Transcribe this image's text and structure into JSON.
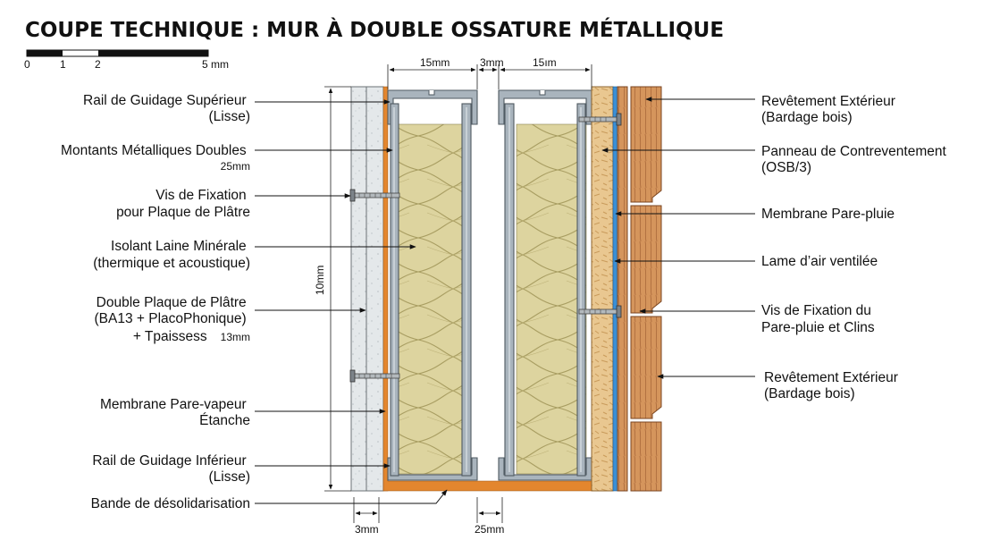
{
  "title": "COUPE TECHNIQUE : MUR À DOUBLE OSSATURE MÉTALLIQUE",
  "scale_bar": {
    "ticks": [
      "0",
      "1",
      "2",
      "5 mm"
    ]
  },
  "dimensions": {
    "top_left": "15mm",
    "top_gap": "3mm",
    "top_right": "15ım",
    "height": "10mm",
    "bottom_left": "3mm",
    "bottom_right": "25mm"
  },
  "labels_left": [
    {
      "lines": [
        "Rail de Guidage Supérieur",
        "(Lisse)"
      ]
    },
    {
      "lines": [
        "Montants Métalliques Doubles"
      ],
      "sub": "25mm"
    },
    {
      "lines": [
        "Vis de Fixation",
        "pour Plaque de Plâtre"
      ]
    },
    {
      "lines": [
        "Isolant Laine Minérale",
        "(thermique et acoustique)"
      ]
    },
    {
      "lines": [
        "Double Plaque de Plâtre",
        "(BA13 + PlacoPhonique)",
        "+ Tpaissess"
      ],
      "suffix": "13mm"
    },
    {
      "lines": [
        "Membrane Pare-vapeur",
        "Étanche"
      ]
    },
    {
      "lines": [
        "Rail de Guidage Inférieur",
        "(Lisse)"
      ]
    },
    {
      "lines": [
        "Bande de désolidarisation"
      ]
    }
  ],
  "labels_right": [
    {
      "lines": [
        "Revêtement Extérieur",
        "(Bardage bois)"
      ]
    },
    {
      "lines": [
        "Panneau de Contreventement",
        "(OSB/3)"
      ]
    },
    {
      "lines": [
        "Membrane Pare-pluie"
      ]
    },
    {
      "lines": [
        "Lame d’air ventilée"
      ]
    },
    {
      "lines": [
        "Vis de Fixation du",
        "Pare-pluie et Clins"
      ]
    },
    {
      "lines": [
        "Revêtement Extérieur",
        "(Bardage bois)"
      ]
    }
  ],
  "colors": {
    "plaster": "#e4e8ea",
    "vapour_membrane": "#e3862e",
    "steel": "#a9b4bd",
    "insulation": "#ddd49f",
    "osb": "#e9c790",
    "rain_membrane": "#3a8fd6",
    "cladding": "#d5955c"
  }
}
